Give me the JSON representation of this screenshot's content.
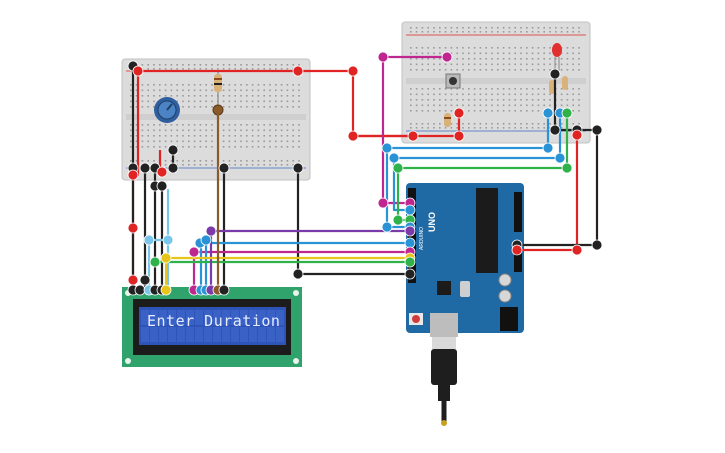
{
  "lcd": {
    "text": "Enter Duration"
  },
  "arduino": {
    "model": "UNO",
    "brand": "ARDUINO"
  },
  "colors": {
    "breadboard": "#dcdcdc",
    "arduino": "#1f6aa5",
    "lcd_frame": "#2fa36b",
    "lcd_screen": "#2e54b8",
    "wire_red": "#e02424",
    "wire_black": "#222222",
    "wire_blue": "#2a93d5",
    "wire_green": "#2fb24a",
    "wire_magenta": "#c0268f",
    "wire_purple": "#7a3aa8",
    "wire_yellow": "#e6c419",
    "wire_cyan": "#79c6e8",
    "wire_brown": "#8a5a2b"
  },
  "components": [
    "breadboard-left",
    "breadboard-right",
    "potentiometer",
    "resistor",
    "pushbutton",
    "led-red",
    "lcd-16x2",
    "arduino-uno",
    "usb-cable"
  ]
}
